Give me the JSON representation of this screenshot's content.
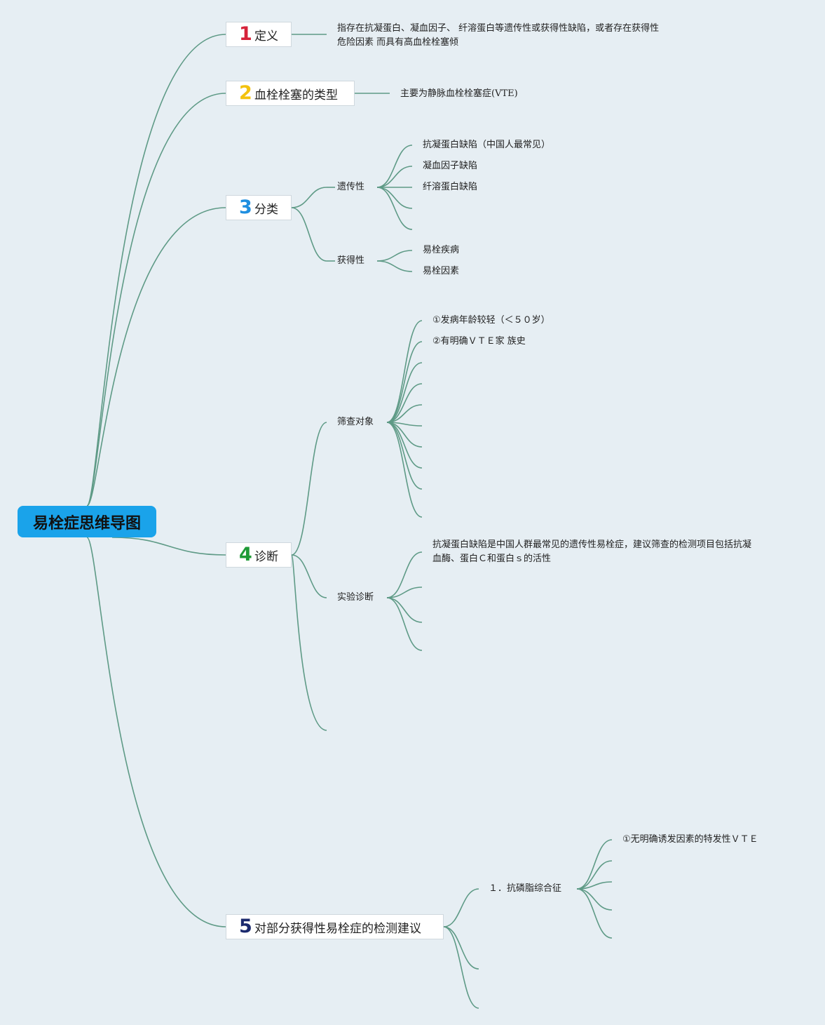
{
  "root": {
    "title": "易栓症思维导图"
  },
  "branches": [
    {
      "num": "1",
      "color": "#d6223a",
      "label": "定义"
    },
    {
      "num": "2",
      "color": "#f3c20e",
      "label": "血栓栓塞的类型"
    },
    {
      "num": "3",
      "color": "#1f8fe0",
      "label": "分类"
    },
    {
      "num": "4",
      "color": "#1e9a36",
      "label": "诊断"
    },
    {
      "num": "5",
      "color": "#1b2a6e",
      "label": "对部分获得性易栓症的检测建议"
    }
  ],
  "definition": {
    "text_line1": "指存在抗凝蛋白、凝血因子、 纤溶蛋白等遗传性或获得性缺陷，或者存在获得性",
    "text_line2": "危险因素 而具有高血栓栓塞倾"
  },
  "types": {
    "text": "主要为静脉血栓栓塞症(VTE)"
  },
  "classification": {
    "hereditary": {
      "label": "遗传性",
      "items": [
        "抗凝蛋白缺陷（中国人最常见）",
        "凝血因子缺陷",
        "纤溶蛋白缺陷"
      ]
    },
    "acquired": {
      "label": "获得性",
      "items": [
        "易栓疾病",
        "易栓因素"
      ]
    }
  },
  "diagnosis": {
    "screening": {
      "label": "筛查对象",
      "items": [
        "①发病年龄较轻（＜５０岁）",
        "②有明确ＶＴＥ家 族史"
      ]
    },
    "lab": {
      "label": "实验诊断",
      "text_line1": "抗凝蛋白缺陷是中国人群最常见的遗传性易栓症，建议筛查的检测项目包括抗凝",
      "text_line2": "血酶、蛋白Ｃ和蛋白ｓ的活性"
    }
  },
  "recommendations": {
    "aps": {
      "label": "１．抗磷脂综合征",
      "items": [
        "①无明确诱发因素的特发性ＶＴＥ"
      ]
    }
  },
  "colors": {
    "line": "#5e9a86",
    "root_bg": "#1aa3ea",
    "background": "#e6eef3"
  }
}
